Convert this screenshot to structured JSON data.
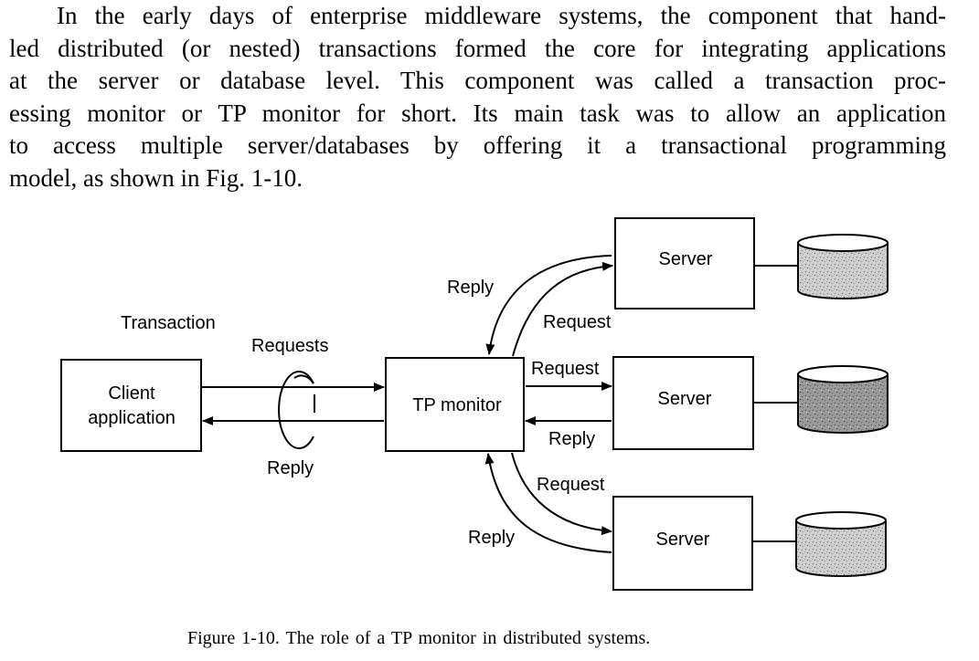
{
  "paragraph": {
    "lines": [
      "In the early days of enterprise middleware systems, the component that hand-",
      "led distributed (or nested) transactions formed the core for integrating applications",
      "at the server or database level. This component was called a transaction proc-",
      "essing monitor or TP monitor for short. Its main task was to allow an application",
      "to access multiple server/databases by offering it a transactional programming",
      "model, as shown in Fig. 1-10."
    ]
  },
  "diagram": {
    "client": {
      "line1": "Client",
      "line2": "application"
    },
    "tp_monitor": "TP monitor",
    "servers": [
      "Server",
      "Server",
      "Server"
    ],
    "labels": {
      "transaction": "Transaction",
      "requests": "Requests",
      "client_reply": "Reply",
      "top_reply": "Reply",
      "top_request": "Request",
      "mid_request": "Request",
      "mid_reply": "Reply",
      "bottom_request": "Request",
      "bottom_reply": "Reply"
    }
  },
  "caption": "Figure 1-10. The role of a TP monitor in distributed systems."
}
